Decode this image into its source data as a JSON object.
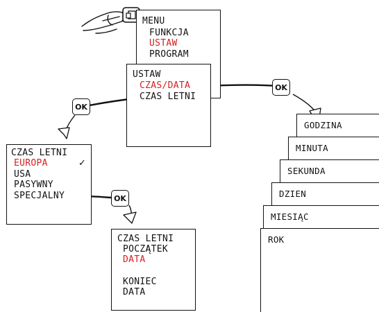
{
  "menu_screen": {
    "lines": [
      "MENU",
      "FUNKCJA",
      "USTAW",
      "PROGRAM"
    ]
  },
  "ustaw_screen": {
    "title": "USTAW",
    "items": [
      "CZAS/DATA",
      "CZAS LETNI"
    ]
  },
  "dst_screen": {
    "title": "CZAS LETNI",
    "items": [
      "EUROPA",
      "USA",
      "PASYWNY",
      "SPECJALNY"
    ],
    "check": "✓"
  },
  "special_screen": {
    "title": "CZAS LETNI",
    "start_label": "POCZĄTEK",
    "start_value": "DATA",
    "end_label": "KONIEC",
    "end_value": "DATA"
  },
  "ok_buttons": {
    "label": "OK"
  },
  "stack": [
    "GODZINA",
    "MINUTA",
    "SEKUNDA",
    "DZIEN",
    "MIESIĄC",
    "ROK"
  ],
  "colors": {
    "highlight": "#d42020",
    "ink": "#111111"
  }
}
